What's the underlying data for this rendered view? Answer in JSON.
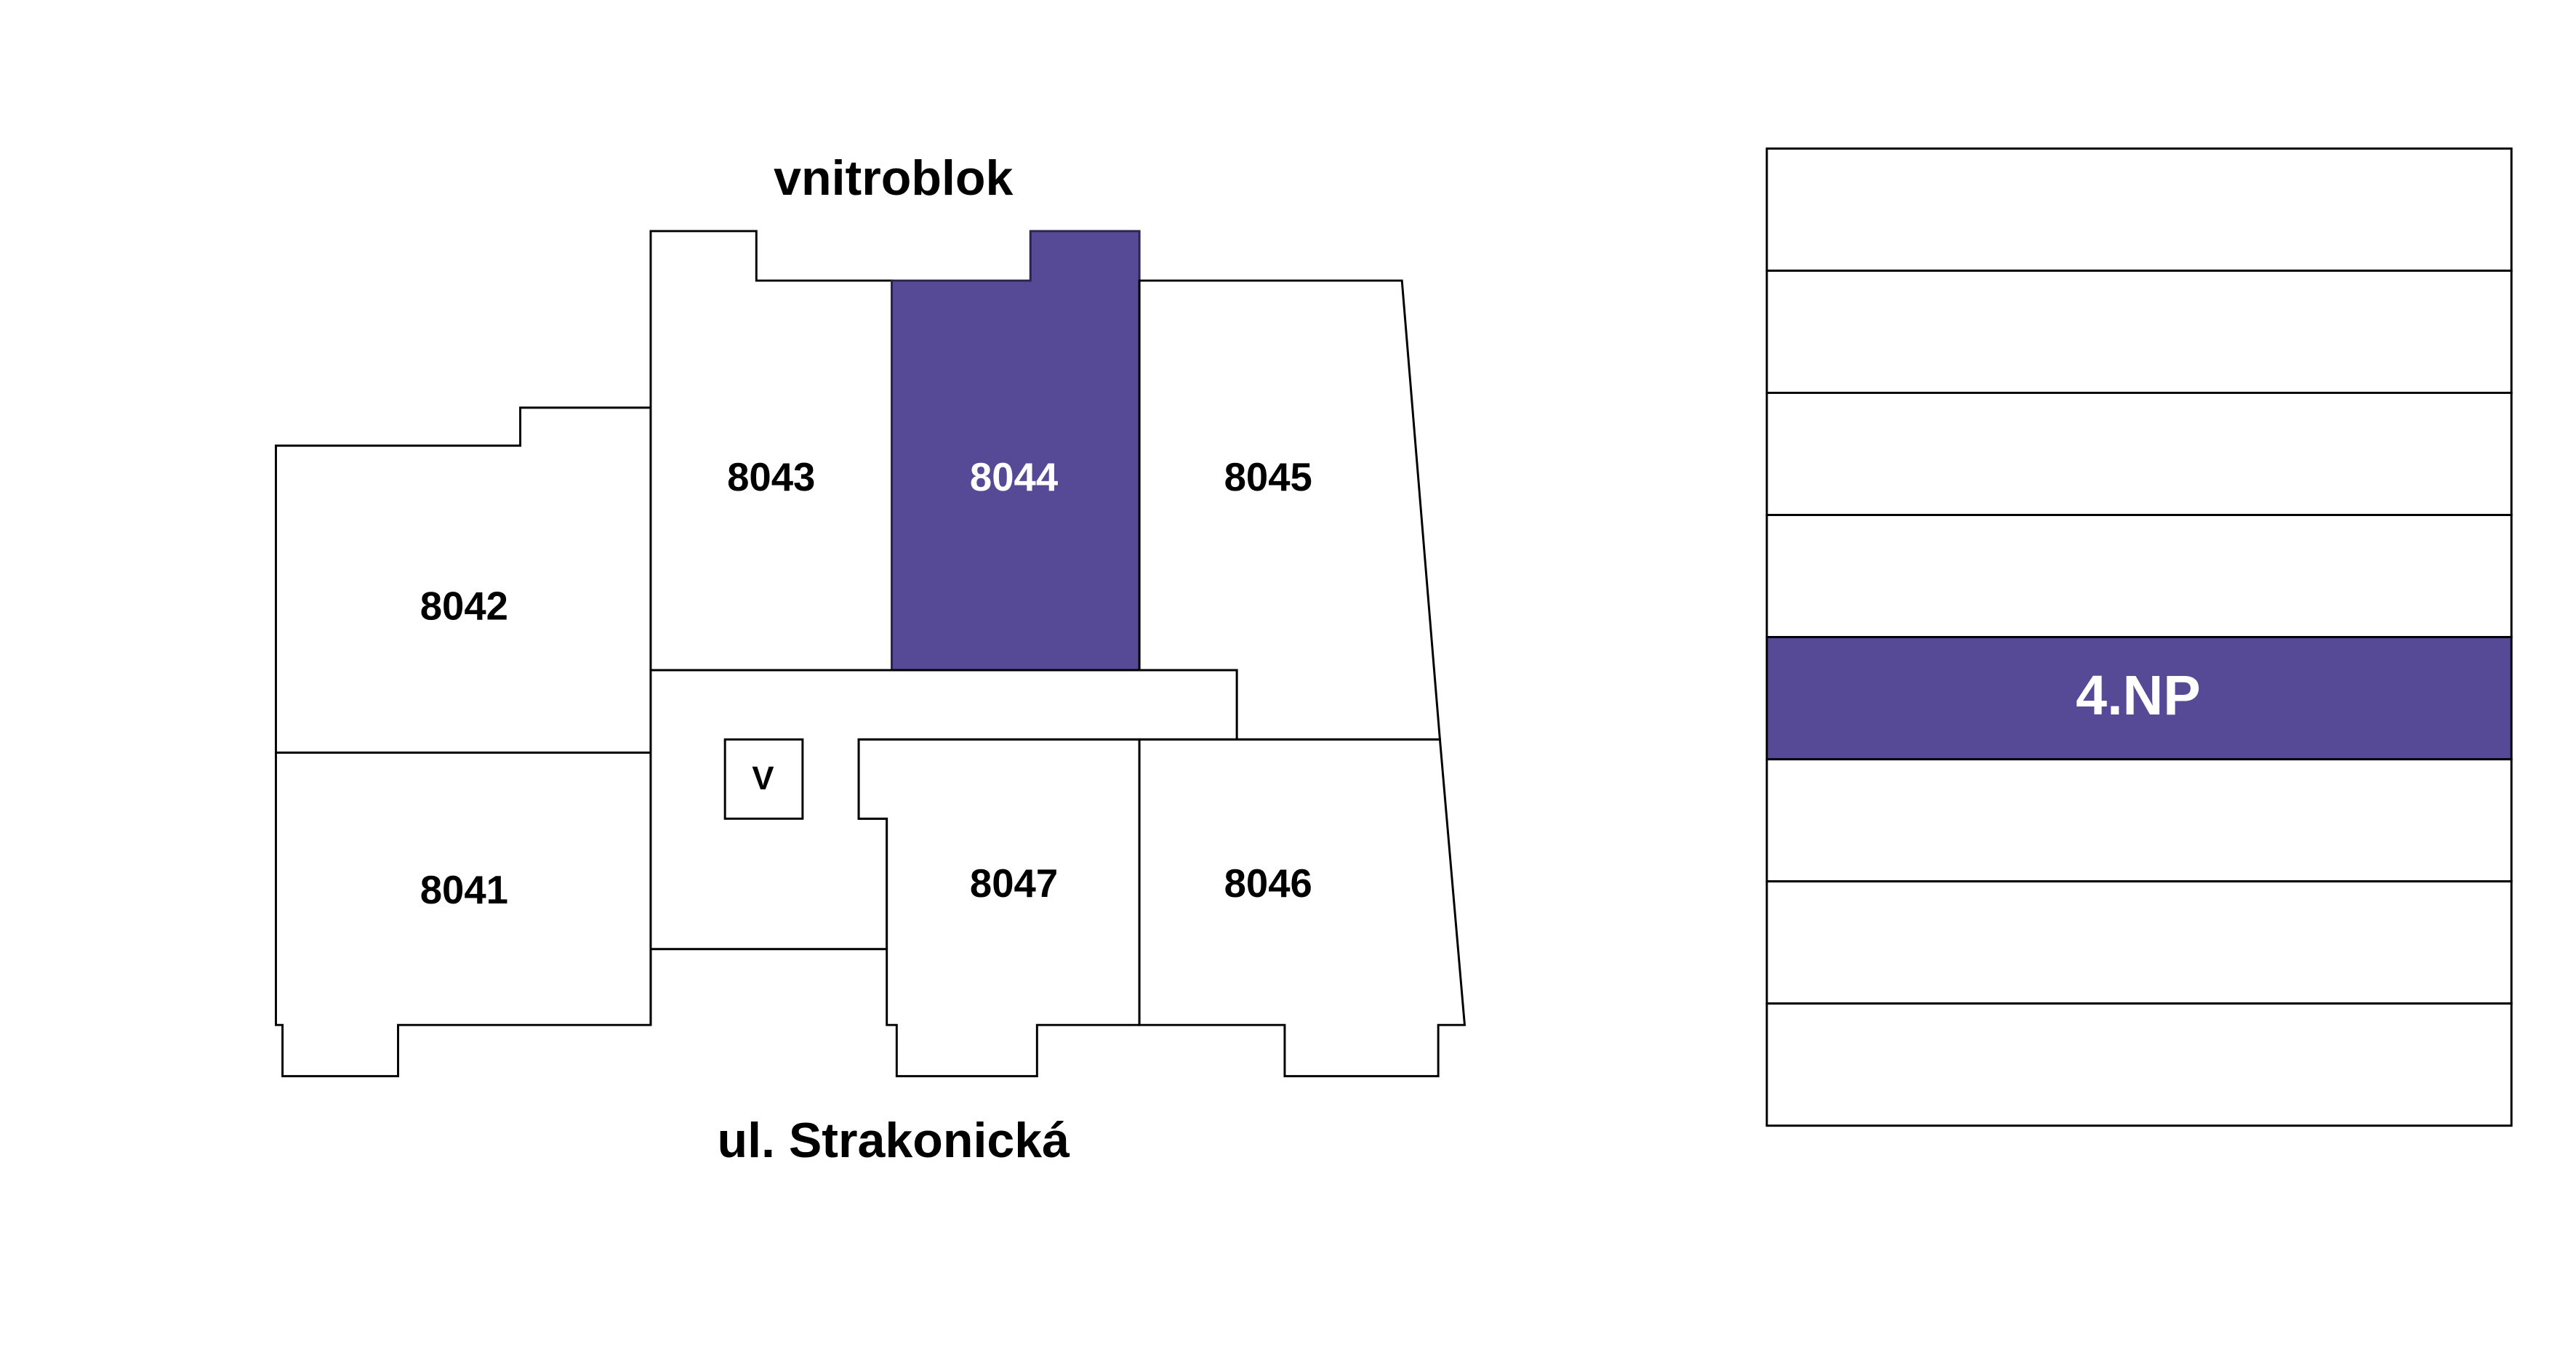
{
  "colors": {
    "accent": "#564a96",
    "line": "#000000",
    "background": "#ffffff"
  },
  "plan": {
    "top_label": "vnitroblok",
    "bottom_label": "ul. Strakonická",
    "units": [
      {
        "id": "8041",
        "label": "8041",
        "selected": false
      },
      {
        "id": "8042",
        "label": "8042",
        "selected": false
      },
      {
        "id": "8043",
        "label": "8043",
        "selected": false
      },
      {
        "id": "8044",
        "label": "8044",
        "selected": true
      },
      {
        "id": "8045",
        "label": "8045",
        "selected": false
      },
      {
        "id": "8046",
        "label": "8046",
        "selected": false
      },
      {
        "id": "8047",
        "label": "8047",
        "selected": false
      }
    ],
    "elevator_label": "V"
  },
  "floors": {
    "current_label": "4.NP",
    "count": 8,
    "selected_index_from_top": 4
  }
}
